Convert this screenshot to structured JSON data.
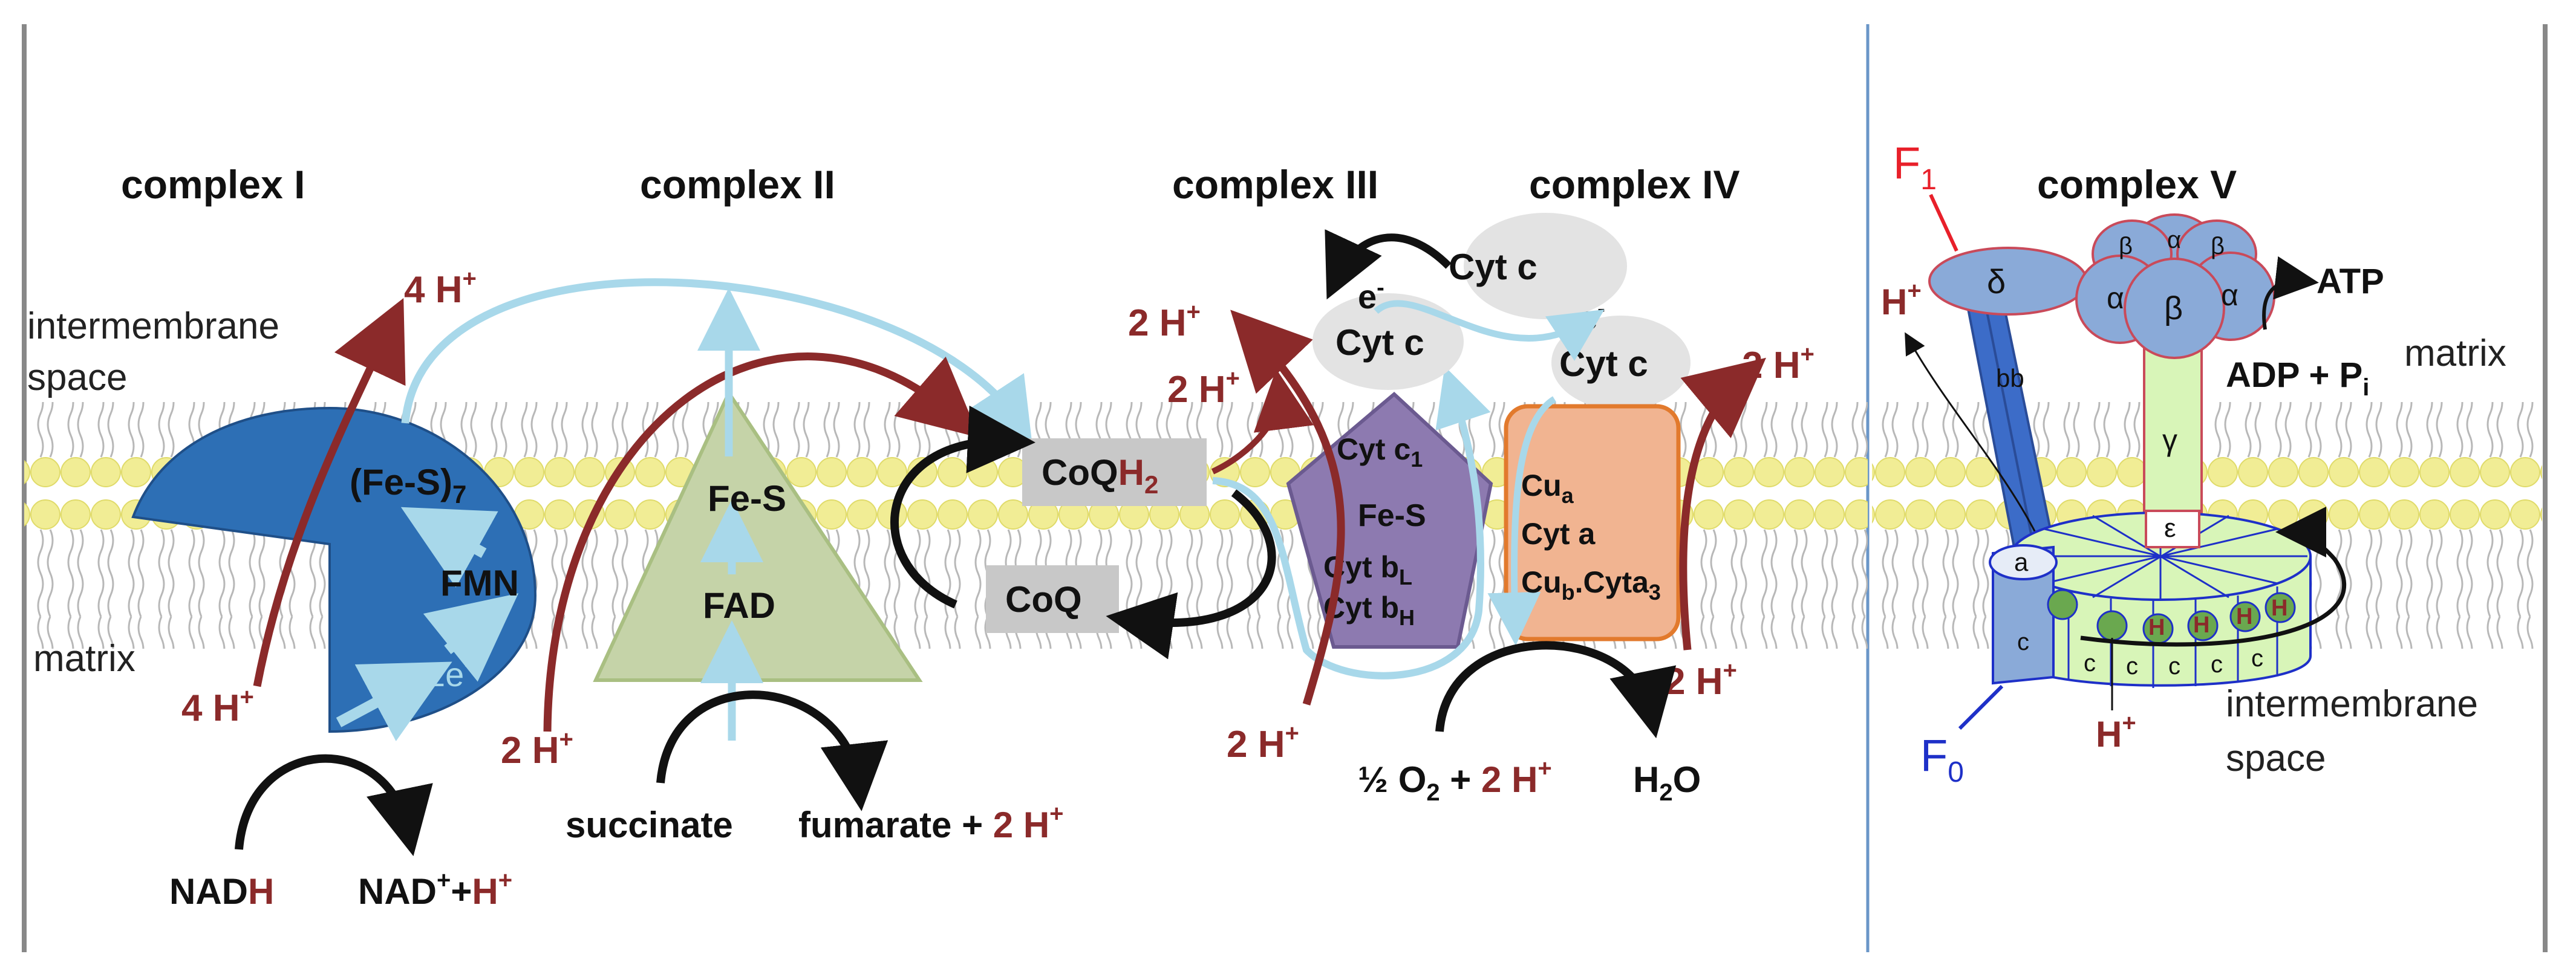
{
  "colors": {
    "proton": "#8b2a2a",
    "electron_path": "#a8d8ea",
    "membrane_head": "#f1ed95",
    "complex_I": "#2d6fb5",
    "complex_II": "#c5d3a8",
    "complex_III": "#8d7ab0",
    "complex_IV": "#f1b491",
    "complex_V_stator": "#8aaad8",
    "complex_V_rotor": "#d8f5b8",
    "cyt_c": "#e3e3e3",
    "coq_box": "#c8c8c8",
    "F1": "#e8202a",
    "F0": "#1e30c8"
  },
  "headers": {
    "complex_1": "complex I",
    "complex_2": "complex II",
    "complex_3": "complex III",
    "complex_4": "complex IV",
    "complex_5": "complex V"
  },
  "compartments": {
    "intermembrane_line1": "intermembrane",
    "intermembrane_line2": "space",
    "matrix_left": "matrix",
    "matrix_right": "matrix",
    "right_intermembrane_line1": "intermembrane",
    "right_intermembrane_line2": "space"
  },
  "complex_I": {
    "fes": "(Fe-S)",
    "fes_sub": "7",
    "fmn": "FMN",
    "electrons": "2e",
    "electrons_sup": "-",
    "protons_out": "4 H",
    "protons_in": "4 H",
    "sup": "+",
    "nadh_pre": "NAD",
    "nadh_h": "H",
    "nad_pre": "NAD",
    "nad_sup": "+",
    "nad_plus": "+",
    "nad_h": "H",
    "nad_h_sup": "+"
  },
  "complex_II": {
    "fes": "Fe-S",
    "fad": "FAD",
    "protons_in": "2 H",
    "sup": "+",
    "succinate": "succinate",
    "fumarate": "fumarate + ",
    "fumarate_protons": "2 H",
    "fumarate_sup": "+"
  },
  "coq": {
    "reduced_pre": "CoQ",
    "reduced_h": "H",
    "reduced_sub": "2",
    "oxidized": "CoQ"
  },
  "complex_III": {
    "cyt_c1": "Cyt c",
    "cyt_c1_sub": "1",
    "fes": "Fe-S",
    "cyt_bl": "Cyt b",
    "cyt_bl_sub": "L",
    "cyt_bh": "Cyt b",
    "cyt_bh_sub": "H",
    "protons_out_1": "2 H",
    "protons_out_2": "2 H",
    "protons_in": "2 H",
    "sup": "+"
  },
  "cyt_c": {
    "top": "Cyt c",
    "left": "Cyt c",
    "right": "Cyt c",
    "e_left": "e",
    "e_right": "e",
    "e_sup": "-"
  },
  "complex_IV": {
    "cua": "Cu",
    "cua_sub": "a",
    "cyta": "Cyt a",
    "cub": "Cu",
    "cub_sub": "b",
    "cyta3": ".Cyta",
    "cyta3_sub": "3",
    "protons_out": "2 H",
    "protons_in": "2 H",
    "sup": "+",
    "oxygen_pre": "½ O",
    "oxygen_sub": "2",
    "oxygen_plus": " + ",
    "oxygen_protons": "2 H",
    "oxygen_sup": "+",
    "water_pre": "H",
    "water_sub": "2",
    "water_post": "O"
  },
  "complex_V": {
    "f1": "F",
    "f1_sub": "1",
    "f0": "F",
    "f0_sub": "0",
    "delta": "δ",
    "beta": "β",
    "alpha": "α",
    "gamma": "γ",
    "epsilon": "ε",
    "bb": "bb",
    "a": "a",
    "c": "c",
    "h": "H",
    "h_sup": "+",
    "atp": "ATP",
    "adp": "ADP + P",
    "adp_sub": "i"
  }
}
